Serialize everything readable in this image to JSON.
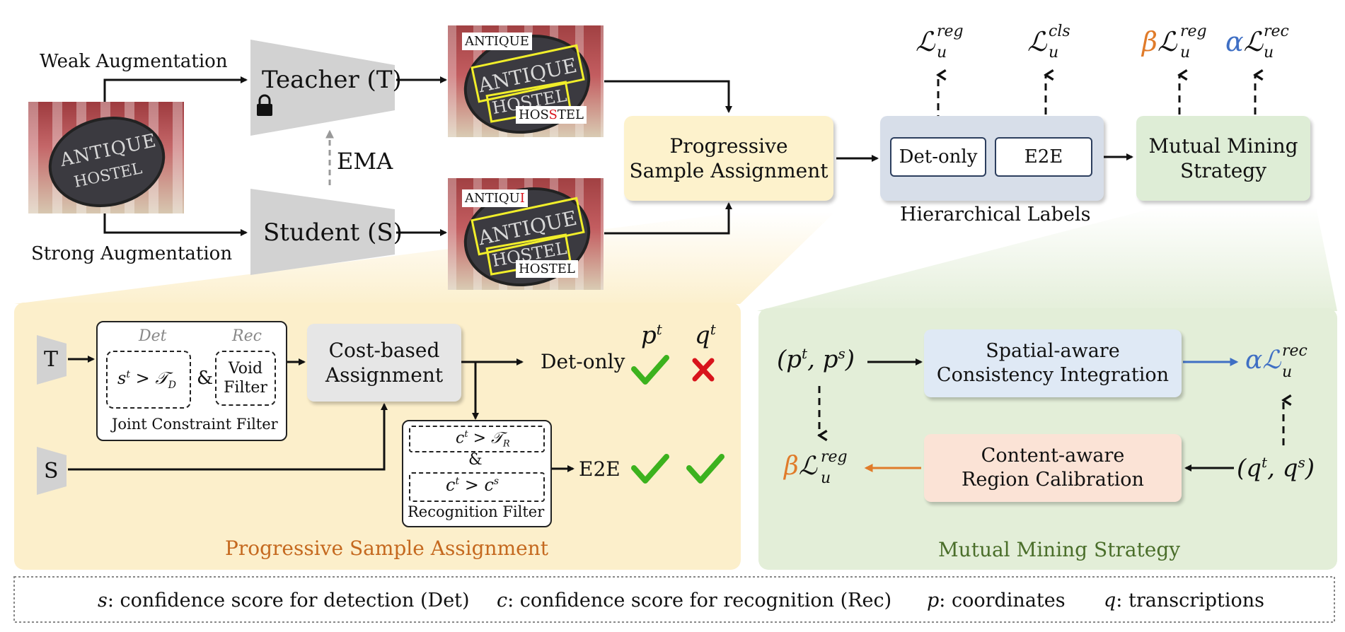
{
  "top": {
    "weak_aug": "Weak Augmentation",
    "strong_aug": "Strong Augmentation",
    "teacher": "Teacher (T)",
    "student": "Student (S)",
    "ema": "EMA",
    "teacher_img": {
      "top_text": "ANTIQUE",
      "bottom_prefix": "HOS",
      "bottom_err": "S",
      "bottom_suffix": "TEL",
      "sign_line1": "ANTIQUE",
      "sign_line2": "HOSTEL"
    },
    "student_img": {
      "top_prefix": "ANTIQU",
      "top_err": "I",
      "bottom_text": "HOSTEL",
      "sign_line1": "ANTIQUE",
      "sign_line2": "HOSTEL"
    },
    "input_img": {
      "sign_line1": "ANTIQUE",
      "sign_line2": "HOSTEL"
    },
    "psa_box": "Progressive\nSample Assignment",
    "det_only": "Det-only",
    "e2e": "E2E",
    "hier_caption": "Hierarchical Labels",
    "mms_box": "Mutual Mining\nStrategy",
    "loss_reg": "ℒ",
    "loss_reg_sup": "reg",
    "loss_reg_sub": "u",
    "loss_cls_sup": "cls",
    "loss_rec_sup": "rec",
    "beta": "β",
    "alpha": "α"
  },
  "psa_panel": {
    "t_label": "T",
    "s_label": "S",
    "det_head": "Det",
    "rec_head": "Rec",
    "score_cond": "s",
    "score_sup": "t",
    "thresh": "> 𝒯",
    "thresh_sub_d": "D",
    "amp": "&",
    "void_filter": "Void\nFilter",
    "joint_caption": "Joint Constraint Filter",
    "cost_box": "Cost-based\nAssignment",
    "det_only": "Det-only",
    "e2e": "E2E",
    "p_sym": "p",
    "q_sym": "q",
    "t_sup": "t",
    "rec_cond1": "c",
    "rec_cond1_rhs": "> 𝒯",
    "thresh_sub_r": "R",
    "rec_cond2_rhs": "> c",
    "s_sup": "s",
    "rec_caption": "Recognition Filter",
    "title": "Progressive Sample Assignment"
  },
  "mms_panel": {
    "pair_p": "(p",
    "pair_q": "(q",
    "pair_comma_p": ", p",
    "pair_comma_q": ", q",
    "spatial_box": "Spatial-aware\nConsistency Integration",
    "content_box": "Content-aware\nRegion Calibration",
    "title": "Mutual Mining Strategy"
  },
  "legend": {
    "s_sym": "s",
    "s_text": ": confidence score for detection (Det)",
    "c_sym": "c",
    "c_text": ": confidence score for recognition (Rec)",
    "p_sym": "p",
    "p_text": ": coordinates",
    "q_sym": "q",
    "q_text": ": transcriptions"
  },
  "colors": {
    "psa_panel_bg": "#fcefcb",
    "mms_panel_bg": "#e3eed8",
    "psa_box_bg": "#fdf2cc",
    "hier_bg": "#d7dee9",
    "mms_box_bg": "#deedd6",
    "spatial_bg": "#dfe9f5",
    "content_bg": "#fbe3d6",
    "cost_bg": "#e6e6e6",
    "trapezoid": "#d2d2d2",
    "orange": "#e07b2a",
    "blue": "#3f6fc4",
    "green_check": "#3cb21e",
    "red_cross": "#d8141c",
    "psa_title": "#c5691f",
    "mms_title": "#4a6e2a"
  }
}
